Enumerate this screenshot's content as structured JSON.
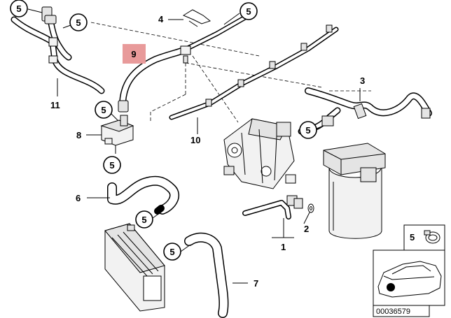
{
  "callouts": {
    "c5_topleft": "5",
    "c5_a": "5",
    "c4": "4",
    "c5_top": "5",
    "c9": "9",
    "c11": "11",
    "c5_b": "5",
    "c8": "8",
    "c5_c": "5",
    "c6": "6",
    "c5_d": "5",
    "c10": "10",
    "c3": "3",
    "c5_e": "5",
    "c2": "2",
    "c1": "1",
    "c5_f": "5",
    "c7": "7",
    "c5_inset": "5"
  },
  "highlight_color": "#e89a9a",
  "catalog_number": "00036579"
}
